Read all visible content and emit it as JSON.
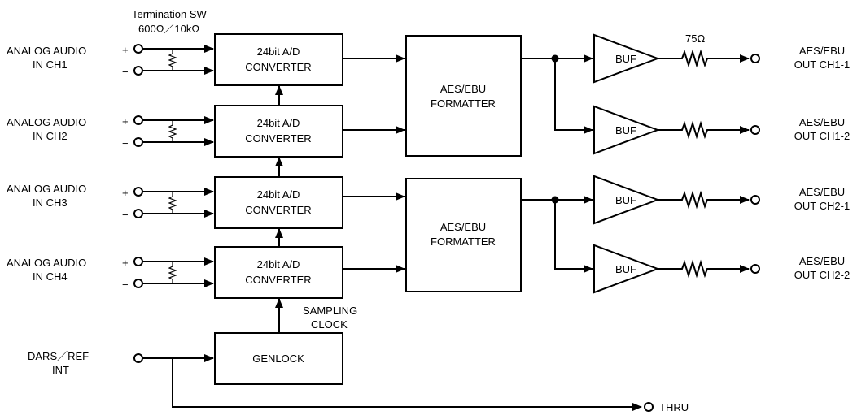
{
  "termination": {
    "title": "Termination SW",
    "value": "600Ω／10kΩ"
  },
  "inputs": [
    {
      "line1": "ANALOG AUDIO",
      "line2": "IN CH1"
    },
    {
      "line1": "ANALOG AUDIO",
      "line2": "IN CH2"
    },
    {
      "line1": "ANALOG AUDIO",
      "line2": "IN CH3"
    },
    {
      "line1": "ANALOG AUDIO",
      "line2": "IN CH4"
    }
  ],
  "polarity": {
    "plus": "+",
    "minus": "−"
  },
  "converter": {
    "line1": "24bit A/D",
    "line2": "CONVERTER"
  },
  "formatter": {
    "line1": "AES/EBU",
    "line2": "FORMATTER"
  },
  "buffer": "BUF",
  "resistor": "75Ω",
  "outputs": [
    {
      "line1": "AES/EBU",
      "line2": "OUT CH1-1"
    },
    {
      "line1": "AES/EBU",
      "line2": "OUT CH1-2"
    },
    {
      "line1": "AES/EBU",
      "line2": "OUT CH2-1"
    },
    {
      "line1": "AES/EBU",
      "line2": "OUT CH2-2"
    }
  ],
  "sampling_clock": {
    "line1": "SAMPLING",
    "line2": "CLOCK"
  },
  "genlock": "GENLOCK",
  "reference": {
    "line1": "DARS／REF",
    "line2": "INT"
  },
  "thru": "THRU"
}
